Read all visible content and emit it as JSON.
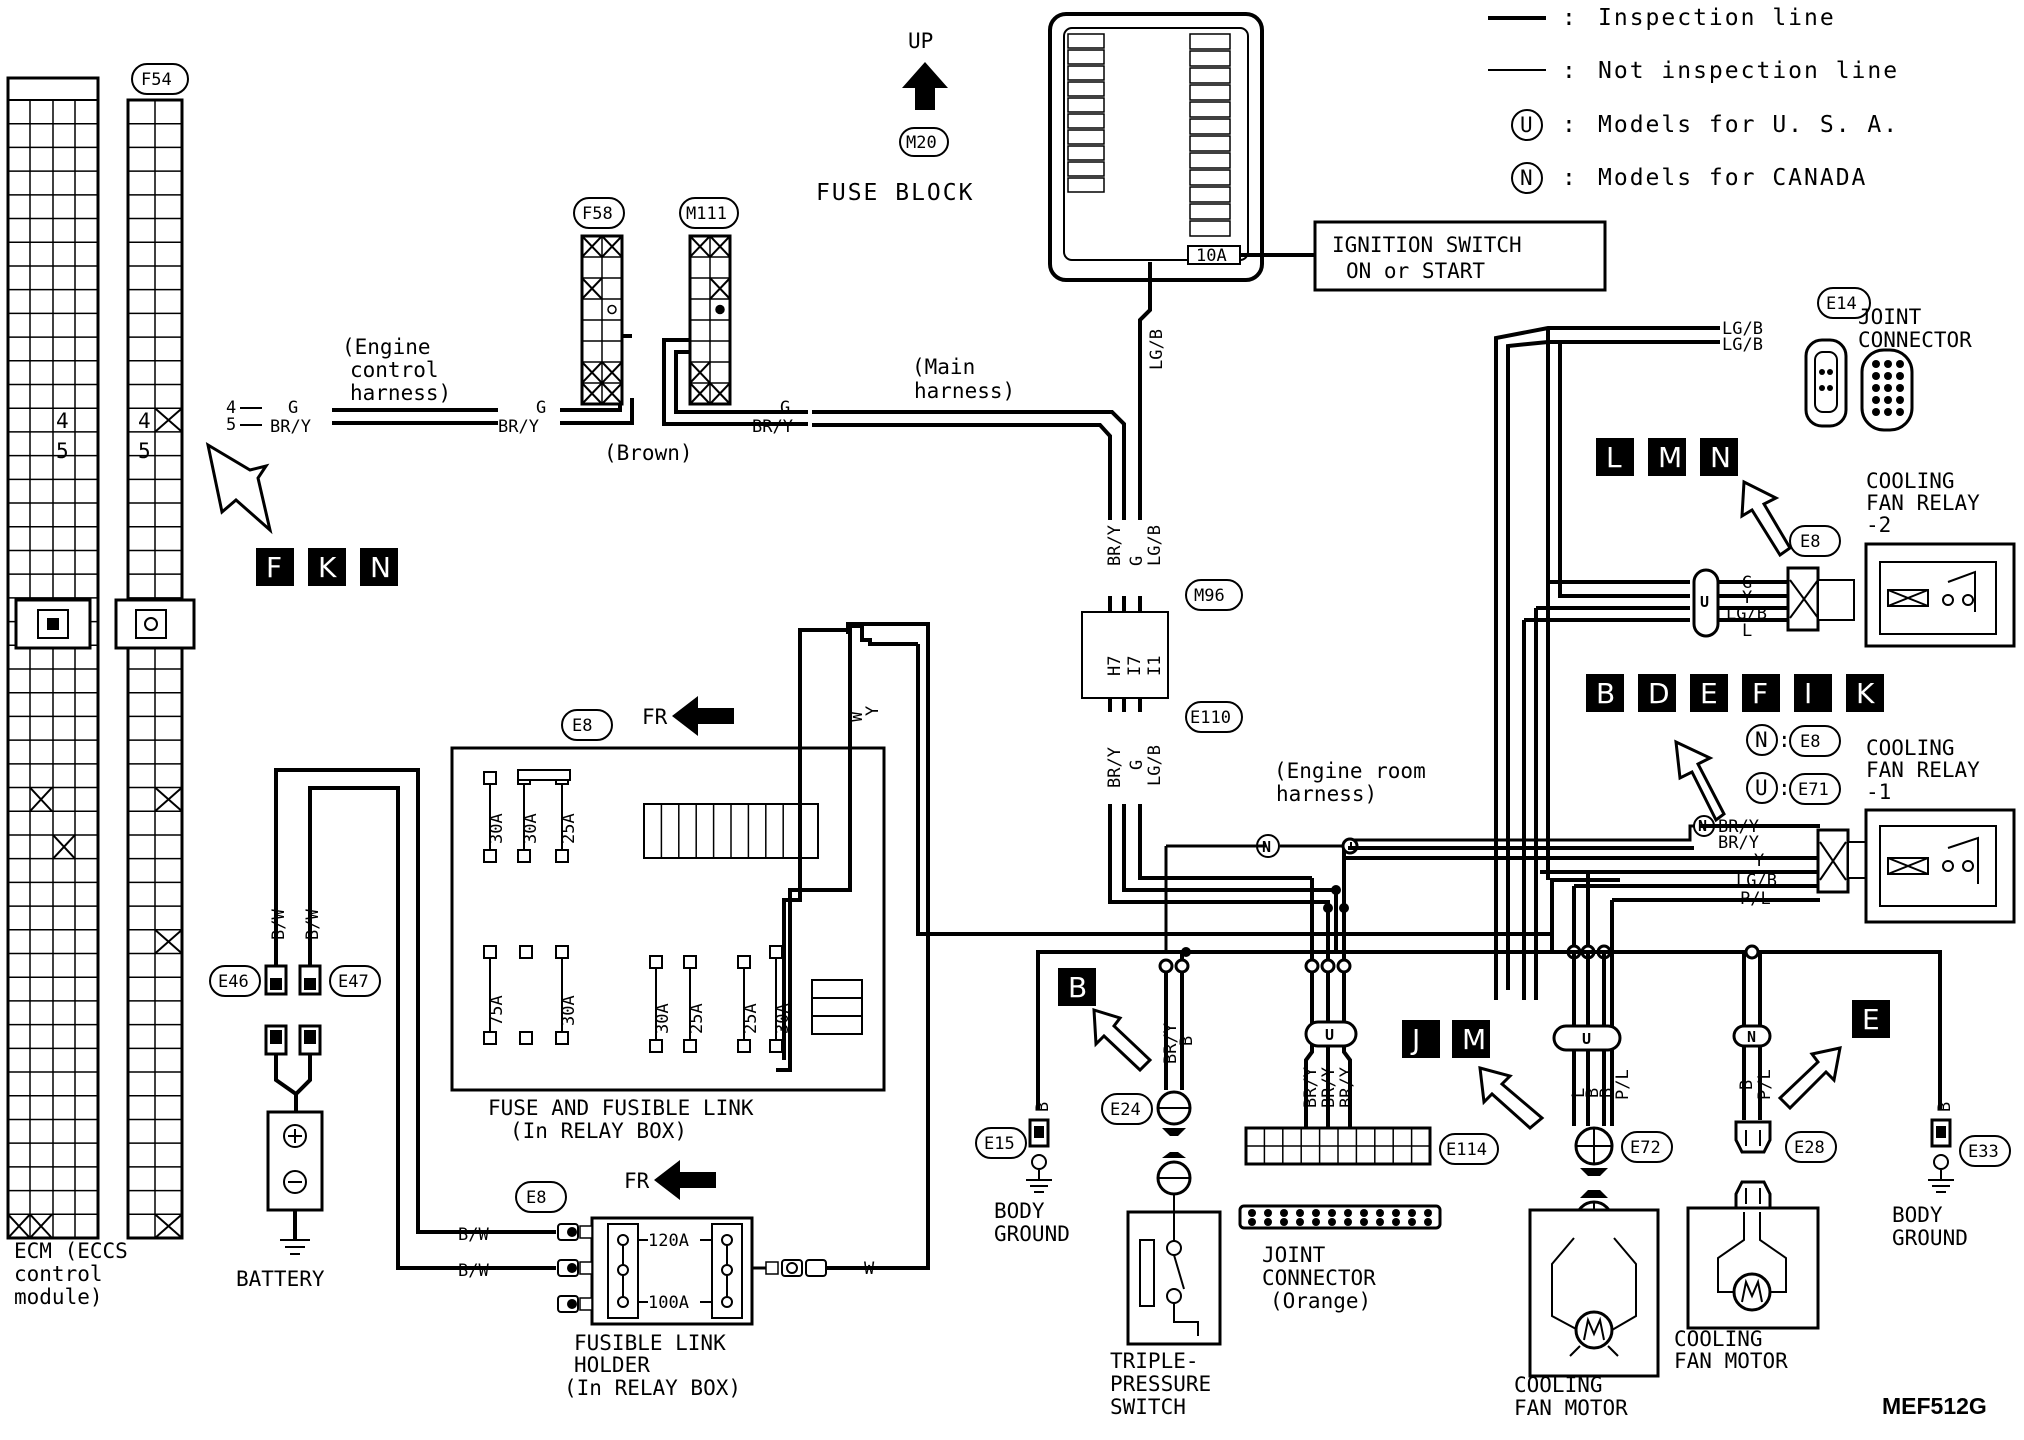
{
  "legend": {
    "inspection": "Inspection line",
    "not_inspection": "Not inspection line",
    "usa_sym": "U",
    "usa": "Models for U. S. A.",
    "canada_sym": "N",
    "canada": "Models for CANADA",
    "sep": ":"
  },
  "orientation": {
    "up": "UP",
    "fr": "FR"
  },
  "fuse_block": {
    "code": "M20",
    "label": "FUSE BLOCK",
    "fuse": "10A"
  },
  "ignition": {
    "line1": "IGNITION SWITCH",
    "line2": "ON or START"
  },
  "connectors": {
    "F54": "F54",
    "F58": "F58",
    "M111": "M111",
    "M96": "M96",
    "E110": "E110",
    "E8": "E8",
    "E14": "E14",
    "E71": "E71",
    "E46": "E46",
    "E47": "E47",
    "E15": "E15",
    "E24": "E24",
    "E114": "E114",
    "E72": "E72",
    "E28": "E28",
    "E33": "E33"
  },
  "pins": {
    "p4": "4",
    "p5": "5",
    "h7": "H7",
    "i7": "I7",
    "i1": "I1"
  },
  "harness": {
    "engine_control_1": "(Engine",
    "engine_control_2": "control",
    "engine_control_3": "harness)",
    "main_1": "(Main",
    "main_2": "harness)",
    "brown": "(Brown)",
    "engine_room_1": "(Engine room",
    "engine_room_2": "harness)"
  },
  "wires": {
    "g": "G",
    "bry": "BR/Y",
    "lgb": "LG/B",
    "y": "Y",
    "w": "W",
    "l": "L",
    "pl": "P/L",
    "bw": "B/W",
    "b": "B",
    "n": "N",
    "u": "U"
  },
  "fuses": {
    "f30": "30A",
    "f25": "25A",
    "f75": "75A",
    "f120": "120A",
    "f100": "100A"
  },
  "section_letters": {
    "fkn": [
      "F",
      "K",
      "N"
    ],
    "lmn": [
      "L",
      "M",
      "N"
    ],
    "bdefik": [
      "B",
      "D",
      "E",
      "F",
      "I",
      "K"
    ],
    "b": "B",
    "jm": [
      "J",
      "M"
    ],
    "e": "E"
  },
  "components": {
    "ecm_1": "ECM (ECCS",
    "ecm_2": "control",
    "ecm_3": "module)",
    "battery": "BATTERY",
    "fuse_relay_1": "FUSE AND FUSIBLE LINK",
    "fuse_relay_2": "(In RELAY BOX)",
    "fl_holder_1": "FUSIBLE LINK",
    "fl_holder_2": "HOLDER",
    "fl_holder_3": "(In RELAY BOX)",
    "body_ground_1": "BODY",
    "body_ground_2": "GROUND",
    "triple_1": "TRIPLE-",
    "triple_2": "PRESSURE",
    "triple_3": "SWITCH",
    "joint_orange_1": "JOINT",
    "joint_orange_2": "CONNECTOR",
    "joint_orange_3": "(Orange)",
    "fan_motor_1": "COOLING",
    "fan_motor_2": "FAN MOTOR",
    "joint_1": "JOINT",
    "joint_2": "CONNECTOR",
    "relay2_1": "COOLING",
    "relay2_2": "FAN RELAY",
    "relay2_3": "-2",
    "relay1_1": "COOLING",
    "relay1_2": "FAN RELAY",
    "relay1_3": "-1"
  },
  "figure_id": "MEF512G"
}
